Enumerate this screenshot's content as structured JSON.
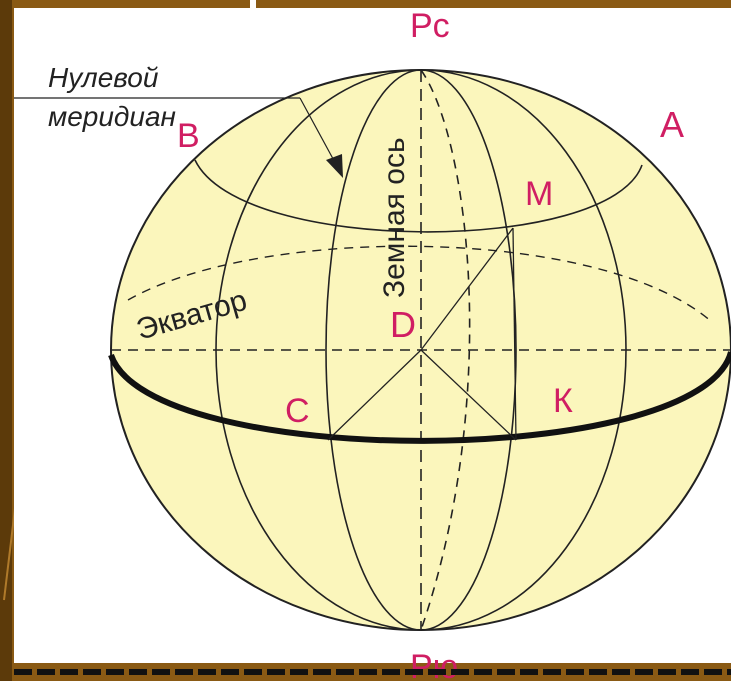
{
  "colors": {
    "frame": "#8a5a14",
    "frame_dark": "#5c3a0a",
    "panel": "#ffffff",
    "sphere_fill": "#fbf6bc",
    "lines": "#222222",
    "letters": "#d01e63"
  },
  "labels": {
    "north_pole": "Рс",
    "south_pole": "Рю",
    "point_a": "А",
    "point_b": "В",
    "point_m": "М",
    "point_d": "D",
    "point_c": "С",
    "point_k": "К",
    "prime_meridian_line1": "Нулевой",
    "prime_meridian_line2": "меридиан",
    "earth_axis": "Земная ось",
    "equator": "Экватор"
  }
}
